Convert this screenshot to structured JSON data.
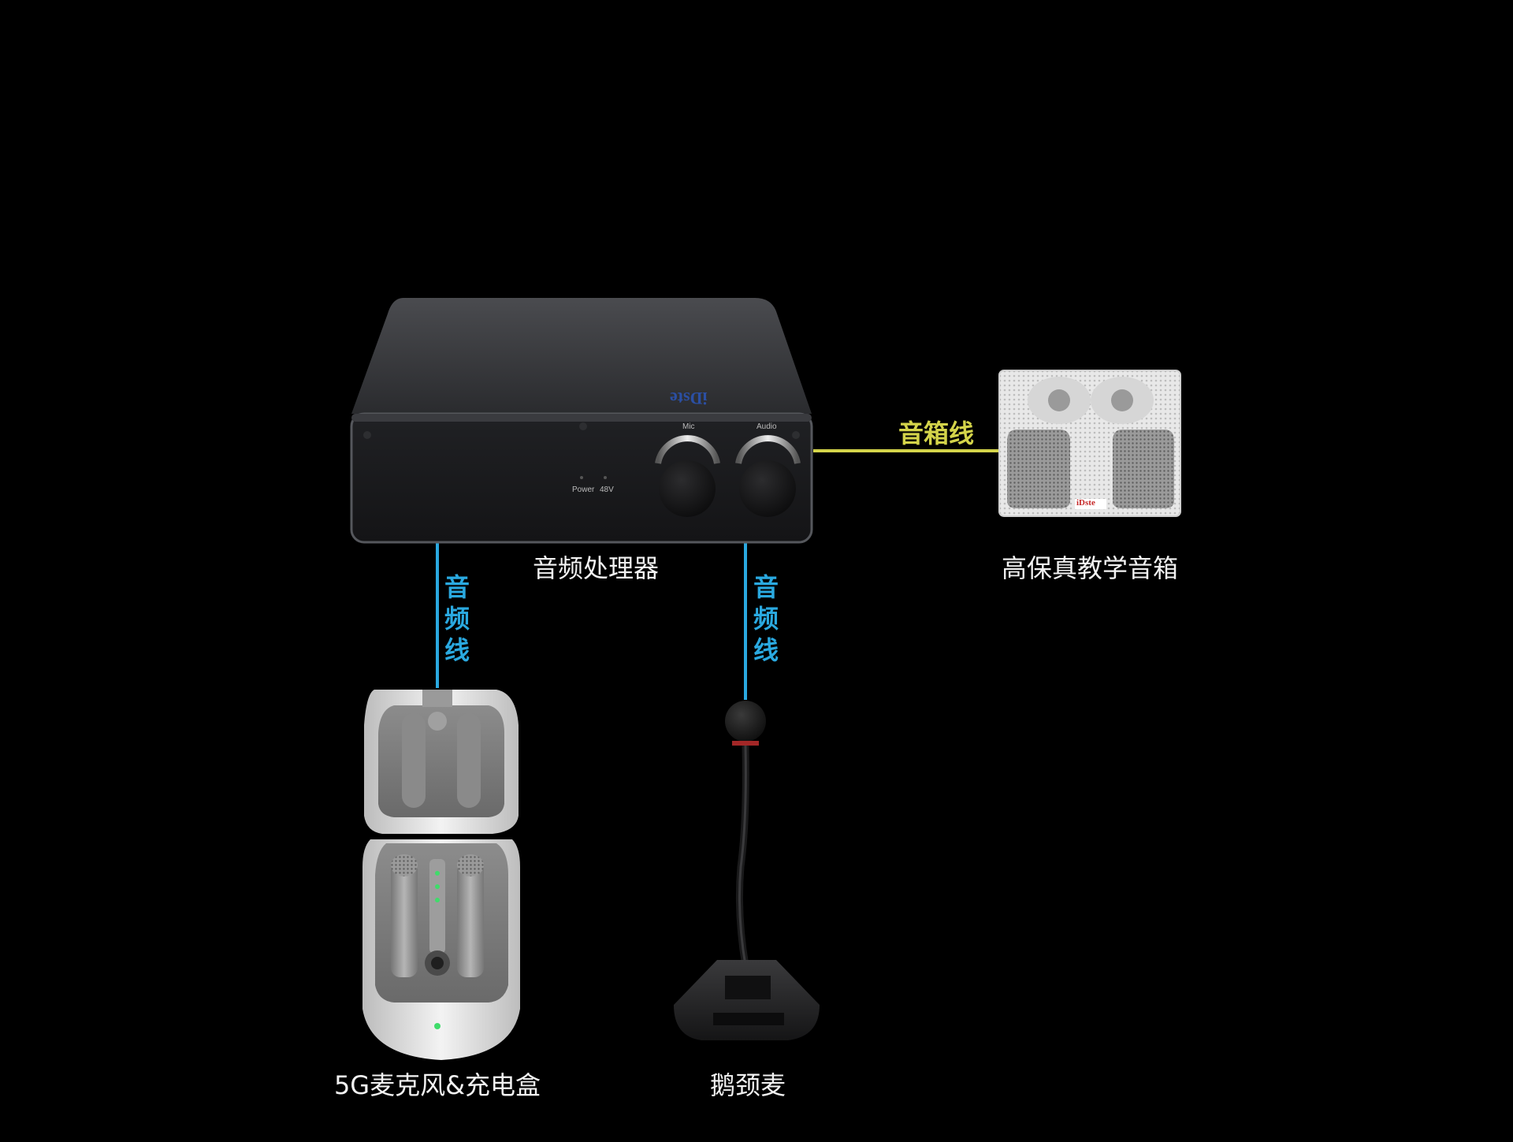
{
  "devices": {
    "processor": {
      "label": "音频处理器",
      "brand": "iDste",
      "knobs": [
        "Mic",
        "Audio"
      ],
      "leds": [
        "Power",
        "48V"
      ]
    },
    "speaker": {
      "label": "高保真教学音箱",
      "brand": "iDste"
    },
    "mic_case": {
      "label": "5G麦克风&充电盒"
    },
    "gooseneck": {
      "label": "鹅颈麦"
    }
  },
  "cables": {
    "left_audio": "音\n频\n线",
    "right_audio": "音\n频\n线",
    "speaker_line": "音箱线"
  },
  "colors": {
    "audio_cable": "#2aa9e0",
    "speaker_cable": "#d4d44a",
    "background": "#000000"
  }
}
